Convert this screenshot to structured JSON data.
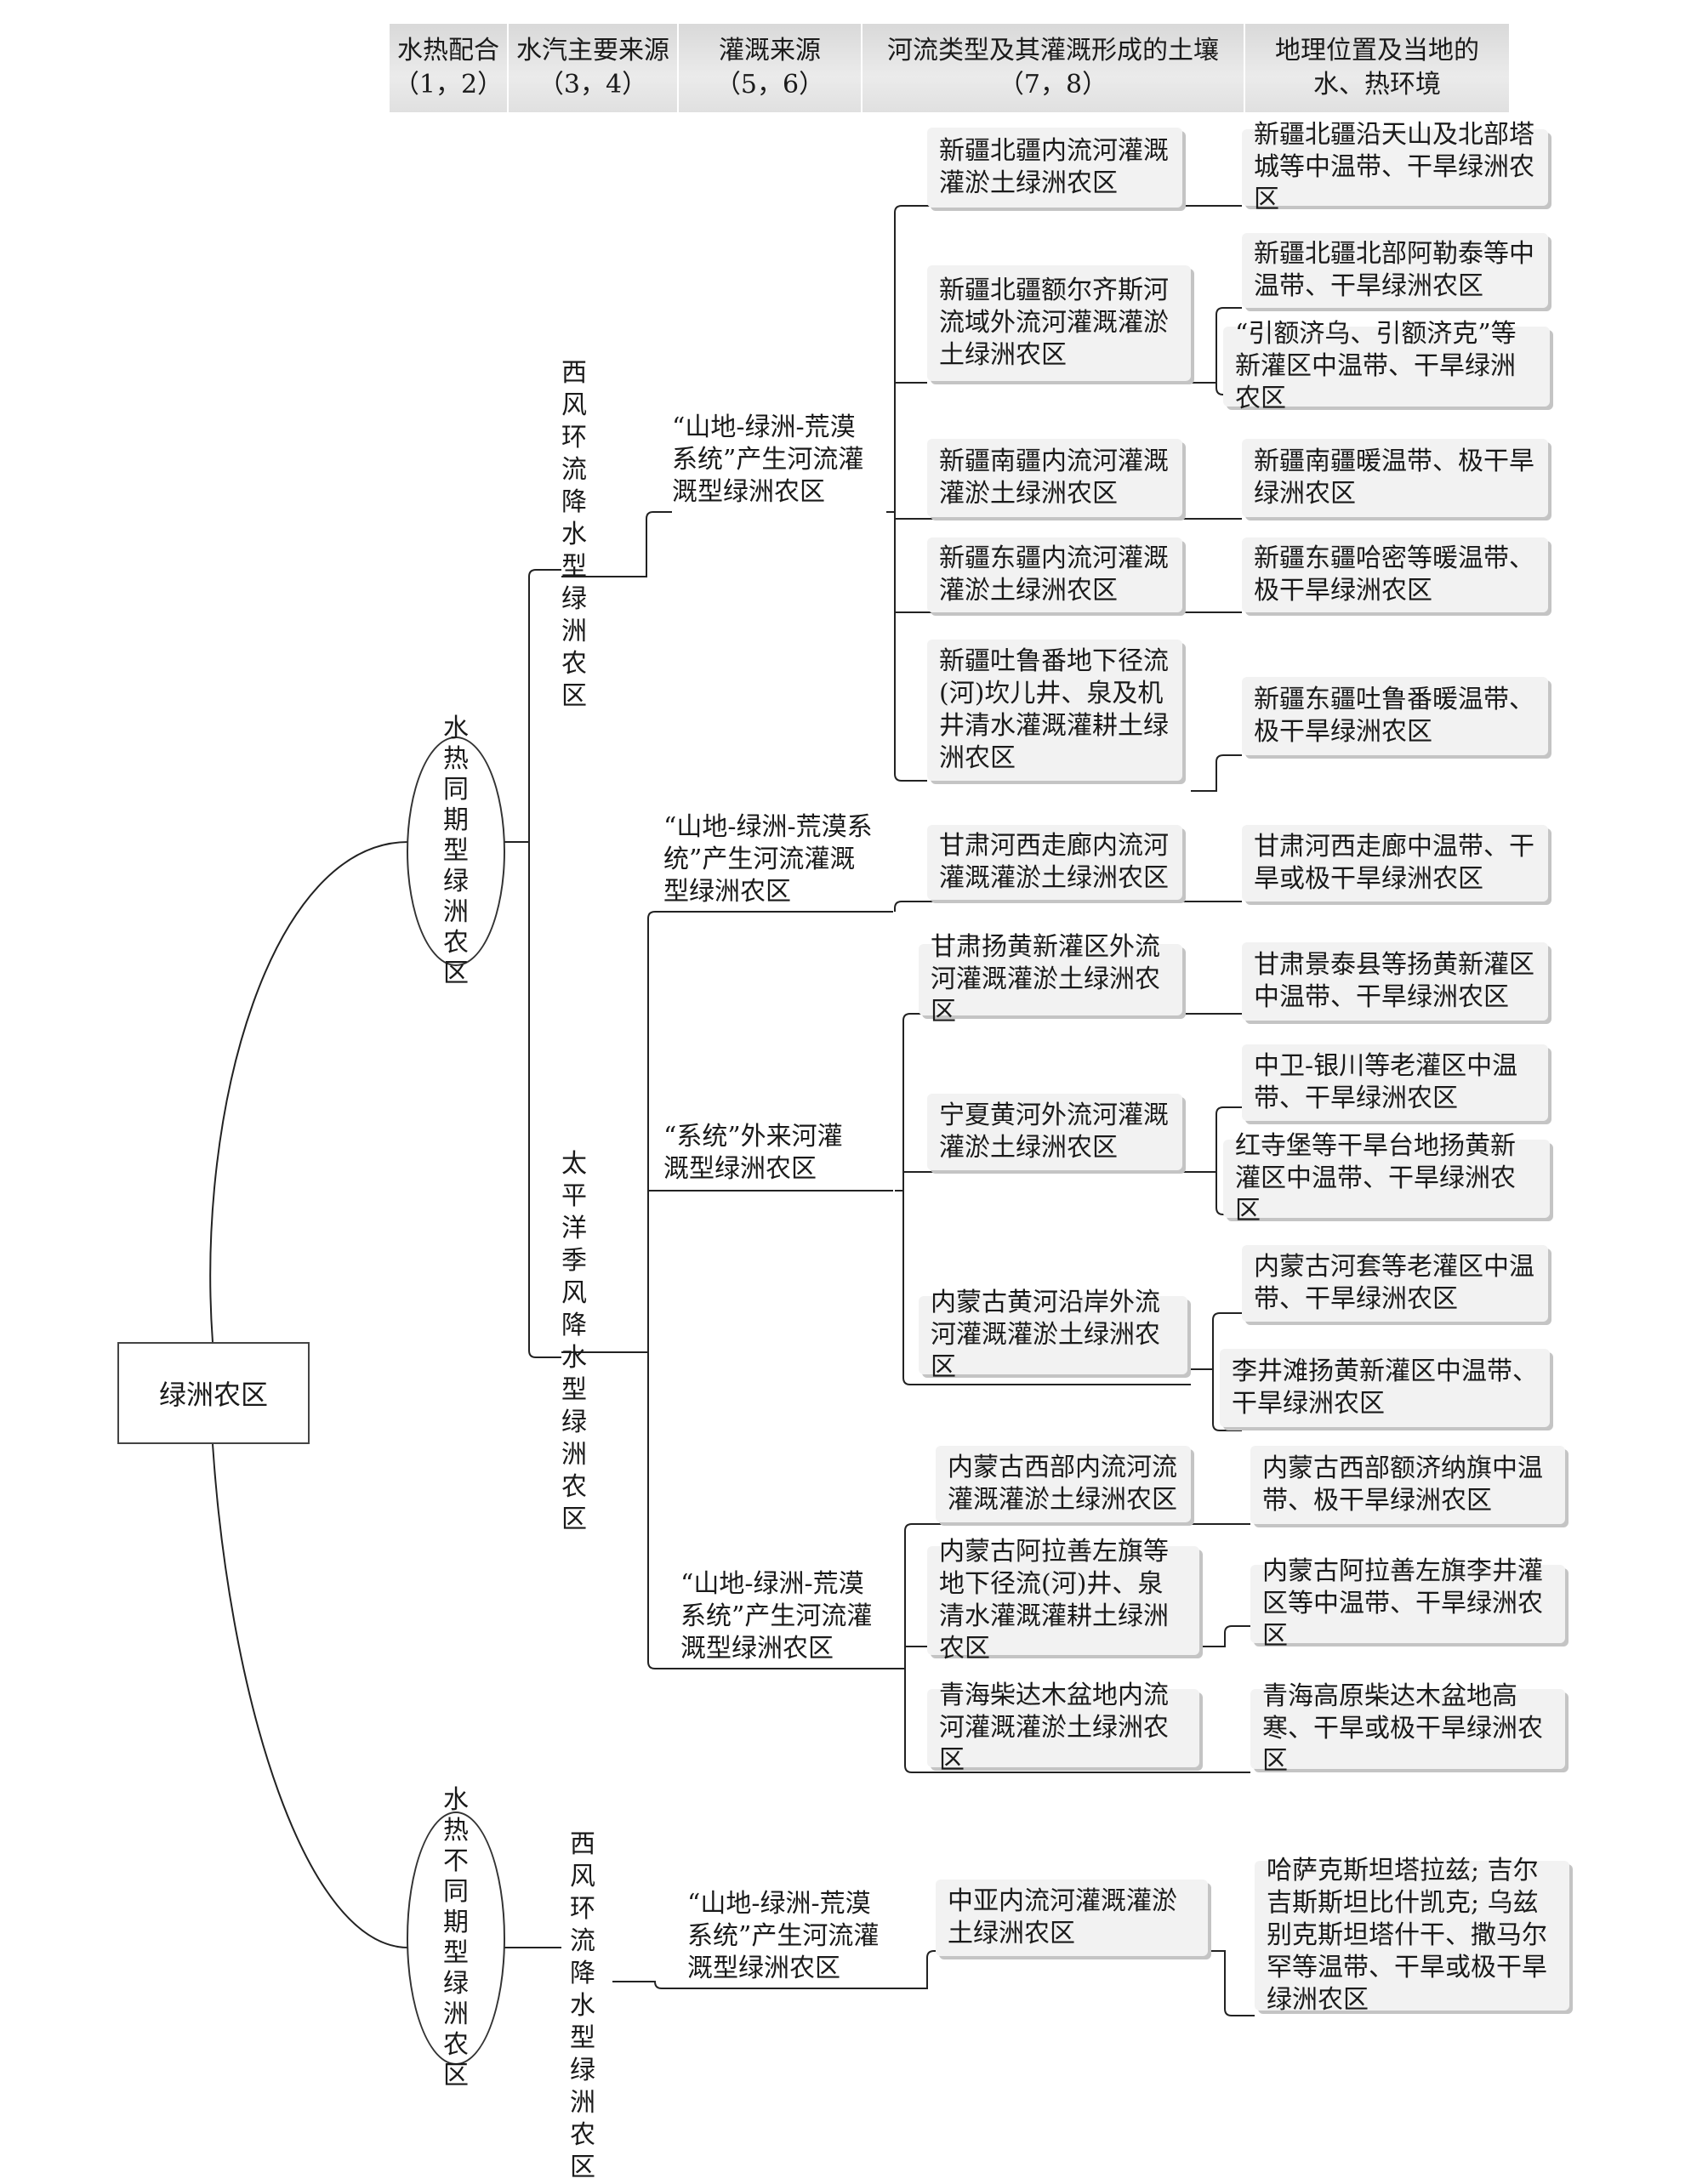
{
  "headers": {
    "h1": {
      "title": "水热配合",
      "sub": "（1，2）"
    },
    "h2": {
      "title": "水汽主要来源",
      "sub": "（3，4）"
    },
    "h3": {
      "title": "灌溉来源",
      "sub": "（5，6）"
    },
    "h4": {
      "title": "河流类型及其灌溉形成的土壤",
      "sub": "（7，8）"
    },
    "h5": {
      "title": "地理位置及当地的",
      "sub": "水、热环境"
    }
  },
  "root": "绿洲农区",
  "level1": {
    "same": "水热同期型绿洲农区",
    "diff": "水热不同期型绿洲农区"
  },
  "level2": {
    "west1": "西风环流降水型绿洲农区",
    "pacific": "太平洋季风降水型绿洲农区",
    "west2": "西风环流降水型绿洲农区"
  },
  "level3": {
    "s1": "“山地-绿洲-荒漠系统”产生河流灌溉型绿洲农区",
    "s2": "“山地-绿洲-荒漠系统”产生河流灌溉型绿洲农区",
    "s3": "“系统”外来河灌溉型绿洲农区",
    "s4": "“山地-绿洲-荒漠系统”产生河流灌溉型绿洲农区",
    "s5": "“山地-绿洲-荒漠系统”产生河流灌溉型绿洲农区"
  },
  "level4": {
    "r1": "新疆北疆内流河灌溉灌淤土绿洲农区",
    "r2": "新疆北疆额尔齐斯河流域外流河灌溉灌淤土绿洲农区",
    "r3": "新疆南疆内流河灌溉灌淤土绿洲农区",
    "r4": "新疆东疆内流河灌溉灌淤土绿洲农区",
    "r5": "新疆吐鲁番地下径流(河)坎儿井、泉及机井清水灌溉灌耕土绿洲农区",
    "r6": "甘肃河西走廊内流河灌溉灌淤土绿洲农区",
    "r7": "甘肃扬黄新灌区外流河灌溉灌淤土绿洲农区",
    "r8": "宁夏黄河外流河灌溉灌淤土绿洲农区",
    "r9": "内蒙古黄河沿岸外流河灌溉灌淤土绿洲农区",
    "r10": "内蒙古西部内流河流灌溉灌淤土绿洲农区",
    "r11": "内蒙古阿拉善左旗等地下径流(河)井、泉清水灌溉灌耕土绿洲农区",
    "r12": "青海柴达木盆地内流河灌溉灌淤土绿洲农区",
    "r13": "中亚内流河灌溉灌淤土绿洲农区"
  },
  "level5": {
    "g1": "新疆北疆沿天山及北部塔城等中温带、干旱绿洲农区",
    "g2": "新疆北疆北部阿勒泰等中温带、干旱绿洲农区",
    "g3": "“引额济乌、引额济克”等新灌区中温带、干旱绿洲农区",
    "g4": "新疆南疆暖温带、极干旱绿洲农区",
    "g5": "新疆东疆哈密等暖温带、极干旱绿洲农区",
    "g6": "新疆东疆吐鲁番暖温带、极干旱绿洲农区",
    "g7": "甘肃河西走廊中温带、干旱或极干旱绿洲农区",
    "g8": "甘肃景泰县等扬黄新灌区中温带、干旱绿洲农区",
    "g9": "中卫-银川等老灌区中温带、干旱绿洲农区",
    "g10": "红寺堡等干旱台地扬黄新灌区中温带、干旱绿洲农区",
    "g11": "内蒙古河套等老灌区中温带、干旱绿洲农区",
    "g12": "李井滩扬黄新灌区中温带、干旱绿洲农区",
    "g13": "内蒙古西部额济纳旗中温带、极干旱绿洲农区",
    "g14": "内蒙古阿拉善左旗李井灌区等中温带、干旱绿洲农区",
    "g15": "青海高原柴达木盆地高寒、干旱或极干旱绿洲农区",
    "g16": "哈萨克斯坦塔拉兹; 吉尔吉斯斯坦比什凯克; 乌兹别克斯坦塔什干、撒马尔罕等温带、干旱或极干旱绿洲农区"
  }
}
